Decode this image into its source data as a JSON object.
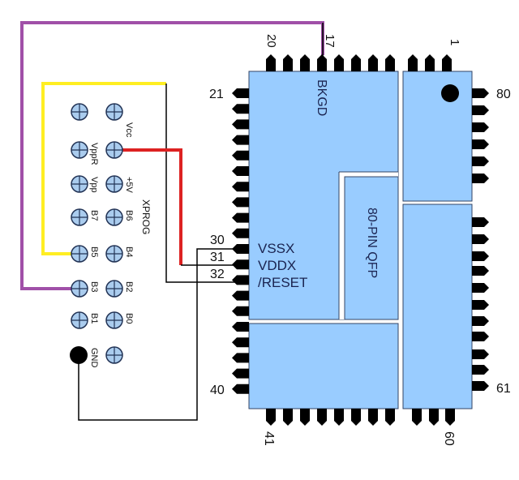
{
  "colors": {
    "chip_fill": "#99ccff",
    "chip_stroke": "#334466",
    "pin": "#000000",
    "wire_purple": "#a050a8",
    "wire_yellow": "#ffee22",
    "wire_red": "#dd2222",
    "wire_black": "#000000",
    "header_pin_fill": "#aaccee"
  },
  "chip": {
    "package_label": "80-PIN QFP",
    "top_label": "BKGD",
    "signals": [
      "VSSX",
      "VDDX",
      "/RESET"
    ],
    "pin_numbers": {
      "top_left": "20",
      "top_bkgd": "17",
      "top_right": "1",
      "right_top": "80",
      "left_top": "21",
      "left_vssx": "30",
      "left_vddx": "31",
      "left_reset": "32",
      "left_bottom": "40",
      "bottom_left": "41",
      "bottom_right": "60",
      "right_bottom": "61"
    }
  },
  "header": {
    "title": "XPROG",
    "left_labels": [
      "",
      "VppR",
      "Vpp",
      "B7",
      "B5",
      "B3",
      "B1",
      "GND"
    ],
    "right_labels": [
      "Vcc",
      "+5V",
      "B6",
      "B4",
      "B2",
      "B0",
      ""
    ]
  },
  "connections": [
    {
      "from": "B3",
      "to": "BKGD (pin 17)",
      "color": "purple"
    },
    {
      "from": "B5",
      "to": "/RESET (pin 32)",
      "color": "yellow"
    },
    {
      "from": "Vcc",
      "to": "VDDX (pin 31)",
      "color": "red"
    },
    {
      "from": "GND",
      "to": "VSSX (pin 30)",
      "color": "black"
    }
  ]
}
